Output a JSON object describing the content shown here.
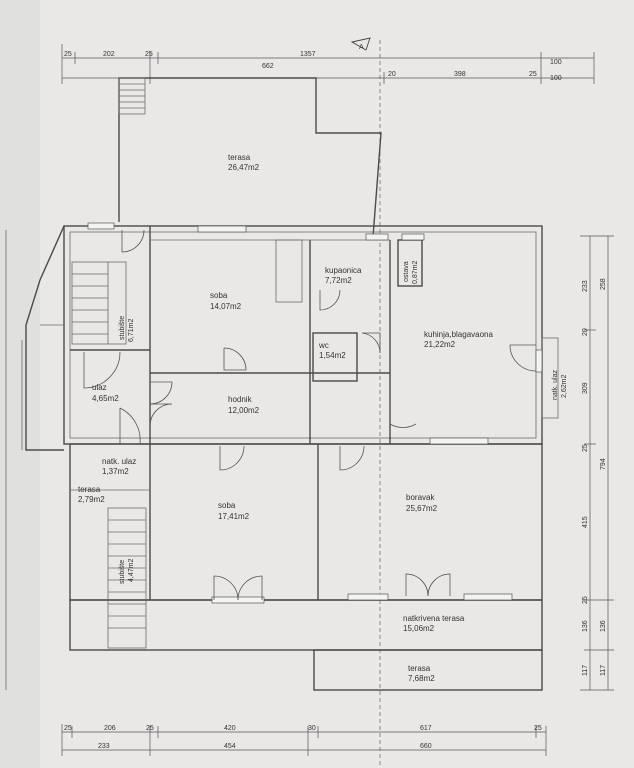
{
  "rooms": [
    {
      "id": "terasa-top",
      "name": "terasa",
      "area": "26,47m2"
    },
    {
      "id": "soba-1",
      "name": "soba",
      "area": "14,07m2"
    },
    {
      "id": "kupaonica",
      "name": "kupaonica",
      "area": "7,72m2"
    },
    {
      "id": "ostava",
      "name": "ostava",
      "area": "0,87m2"
    },
    {
      "id": "stubiste-1",
      "name": "stubište",
      "area": "6,71m2"
    },
    {
      "id": "wc",
      "name": "wc",
      "area": "1,54m2"
    },
    {
      "id": "kuhinja",
      "name": "kuhinja,blagavaona",
      "area": "21,22m2"
    },
    {
      "id": "ulaz",
      "name": "ulaz",
      "area": "4,65m2"
    },
    {
      "id": "hodnik",
      "name": "hodnik",
      "area": "12,00m2"
    },
    {
      "id": "natk-ulaz-right",
      "name": "natk. ulaz",
      "area": "2,62m2"
    },
    {
      "id": "natk-ulaz",
      "name": "natk. ulaz",
      "area": "1,37m2"
    },
    {
      "id": "terasa-left",
      "name": "terasa",
      "area": "2,79m2"
    },
    {
      "id": "soba-2",
      "name": "soba",
      "area": "17,41m2"
    },
    {
      "id": "boravak",
      "name": "boravak",
      "area": "25,67m2"
    },
    {
      "id": "stubiste-2",
      "name": "stubište",
      "area": "4,47m2"
    },
    {
      "id": "natkrivena-terasa",
      "name": "natkrivena terasa",
      "area": "15,06m2"
    },
    {
      "id": "terasa-bottom",
      "name": "terasa",
      "area": "7,68m2"
    }
  ],
  "dims": {
    "top_total": "1357",
    "top_row1": [
      "25",
      "202",
      "25"
    ],
    "top_row2": [
      "662",
      "20",
      "398",
      "25"
    ],
    "top_right": [
      "100",
      "100"
    ],
    "bottom_row1": [
      "25",
      "206",
      "25",
      "420",
      "30",
      "617",
      "25"
    ],
    "bottom_row2": [
      "233",
      "454",
      "660"
    ],
    "right_col1": [
      "233",
      "20",
      "309",
      "25",
      "415",
      "25",
      "136",
      "117"
    ],
    "right_col2": [
      "258",
      "794",
      "136",
      "117"
    ]
  },
  "section_mark": "A"
}
